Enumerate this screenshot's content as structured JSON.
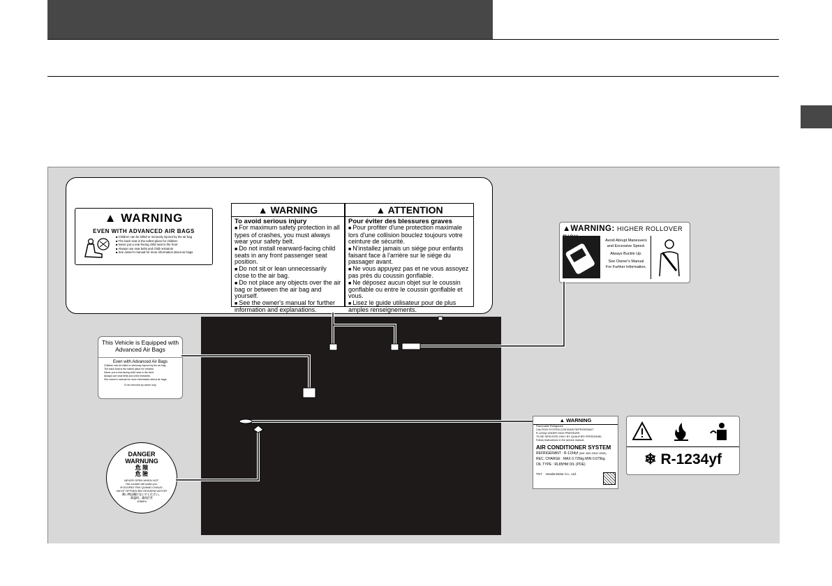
{
  "warning_label_small": {
    "title": "WARNING",
    "subtitle": "EVEN WITH ADVANCED AIR BAGS",
    "items": [
      "Children can be killed or seriously injured by the air bag",
      "The back seat is the safest place for children",
      "Never put a rear-facing child seat in the front",
      "Always use seat belts and child restraints",
      "See owner's manual for more information about air bags"
    ]
  },
  "warning_label_bilingual": {
    "en_header": "WARNING",
    "fr_header": "ATTENTION",
    "en_title": "To avoid serious injury",
    "fr_title": "Pour éviter des blessures graves",
    "en_items": [
      "For maximum safety protection in all types of crashes, you must always wear your safety belt.",
      "Do not install rearward-facing child seats in any front passenger seat position.",
      "Do not sit or lean unnecessarily close to the air bag.",
      "Do not place any objects over the air bag or between the air bag and yourself.",
      "See the owner's manual for further information and explanations."
    ],
    "fr_items": [
      "Pour profiter d'une protection maximale lors d'une collision bouclez toujours votre ceinture de sécurité.",
      "N'installez jamais un siége pour enfants faisant face à l'arrière sur le siége du passager avant.",
      "Ne vous appuyez pas et ne vous assoyez pas près du coussin gonflable.",
      "Ne déposez aucun objet sur le coussin gonflable ou entre le coussin gonflable et vous.",
      "Lisez le guide utilisateur pour de plus amples renseignements."
    ]
  },
  "advanced_airbags_label": {
    "heading": "This Vehicle is Equipped with Advanced Air Bags",
    "subheading": "Even with Advanced Air Bags",
    "lines": [
      "Children can be killed or seriously injured by the air bag.",
      "The back seat is the safest place for children.",
      "Never put a rear-facing child seat in the front.",
      "Always use seat belts and child restraints.",
      "See owner's manual for more information about air bags."
    ],
    "footer": "To be removed by owner only."
  },
  "rollover_label": {
    "warning": "WARNING:",
    "risk": "HIGHER ROLLOVER RISK",
    "lines": [
      "Avoid Abrupt Maneuvers",
      "and Excessive Speed.",
      "Always Buckle Up.",
      "See Owner's Manual",
      "For Further Information."
    ]
  },
  "danger_label": {
    "danger": "DANGER",
    "warnung": "WARNUNG",
    "jp1": "危 険",
    "jp2": "危 險",
    "lines": [
      "NEVER OPEN WHEN HOT.",
      "Hot coolant will scald you.",
      "N'OUVREZ PAS QUAND CHAUD.",
      "NICHT ÖFFNEN BEI HEISSEM MOTOR",
      "熱い時は開けないでください。",
      "高温时，请勿打开"
    ],
    "pressure": "108kPa"
  },
  "ac_label": {
    "header": "WARNING",
    "small": [
      "Flammable Refrigerant",
      "CAUTION SYSTEM CONTAINS REFRIGERANT",
      "R-1234yf UNDER HIGH PRESSURE.",
      "TO BE SERVICED ONLY BY QUALIFIED PERSONNEL.",
      "Follow Instructions in the service manual."
    ],
    "system": "AIR CONDITIONER SYSTEM",
    "refrigerant": "REFRIGERANT : R-1234yf",
    "refrigerant_std": "(SAE J639 J2842 J2845)",
    "charge": "REC. CHARGE : MAX 0.725kg  MIN 0.675kg",
    "oil": "OIL TYPE : RL85HM OIL (POE)",
    "code": "TG7",
    "maker": "Honda Motor Co., Ltd."
  },
  "refrigerant_label": {
    "name": "R-1234yf"
  }
}
